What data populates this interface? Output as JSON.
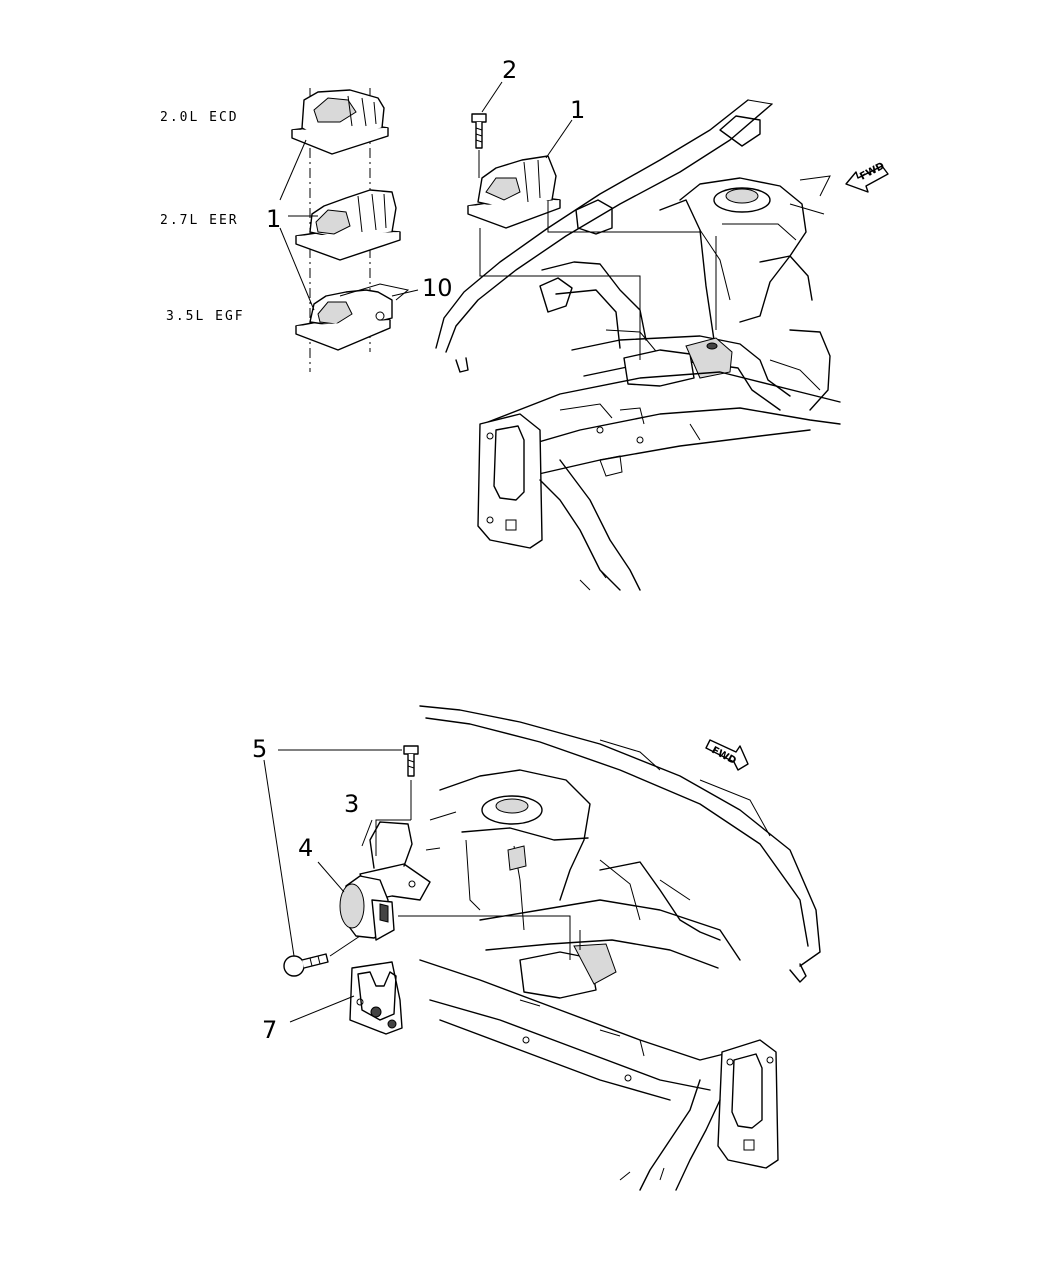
{
  "callouts": {
    "top_bolt": "2",
    "top_mount": "1",
    "inset_mount": "1",
    "inset_heat_shield": "10",
    "bottom_bolt_top": "5",
    "bottom_bracket": "3",
    "bottom_mount": "4",
    "bottom_support": "7"
  },
  "engines": {
    "ecd": "2.0L ECD",
    "eer": "2.7L EER",
    "egf": "3.5L EGF"
  },
  "fwd_label": "FWD"
}
